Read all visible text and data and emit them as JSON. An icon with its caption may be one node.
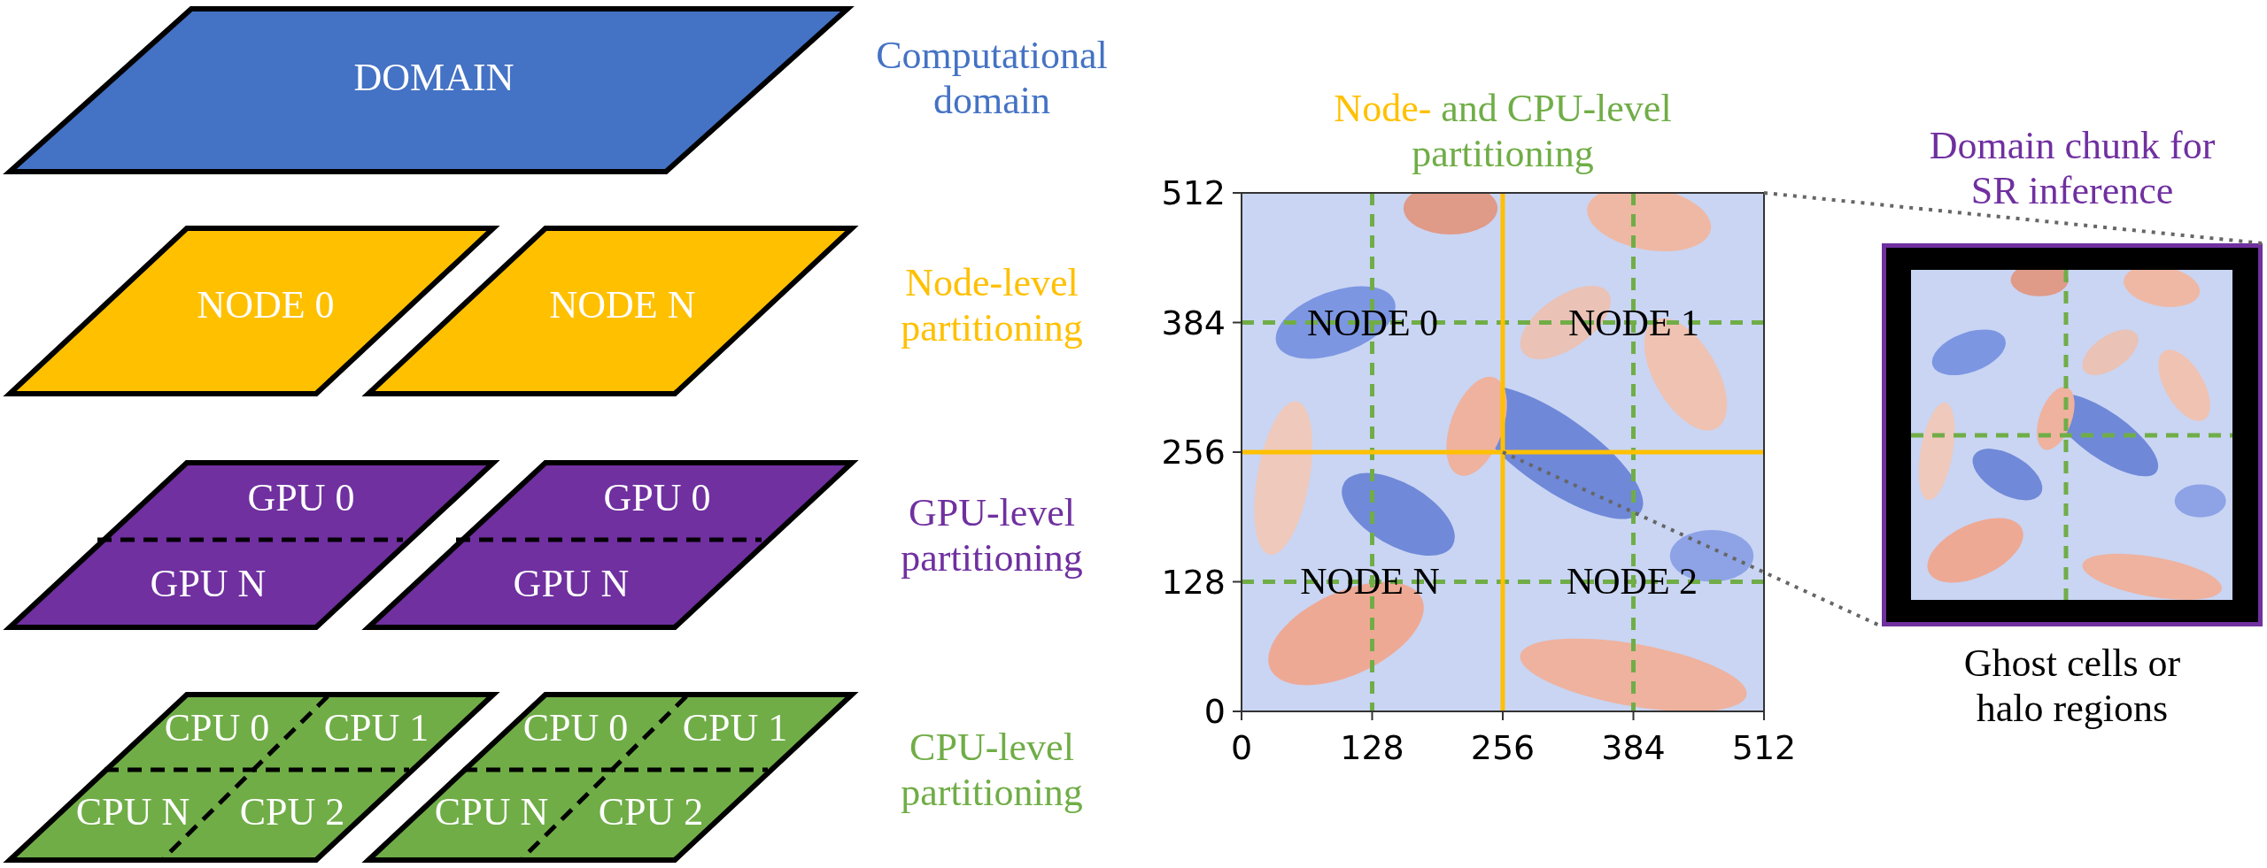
{
  "diagram": {
    "nodes": [
      {
        "text": [
          "DOMAIN"
        ]
      },
      {
        "text": [
          "NODE 0"
        ]
      },
      {
        "text": [
          "NODE N"
        ]
      },
      {
        "text": [
          "GPU 0",
          "GPU N"
        ]
      },
      {
        "text": [
          "GPU 0",
          "GPU N"
        ]
      },
      {
        "text": [
          "CPU 0",
          "CPU 1",
          "CPU N",
          "CPU 2"
        ]
      },
      {
        "text": [
          "CPU 0",
          "CPU 1",
          "CPU N",
          "CPU 2"
        ]
      },
      {
        "text": [],
        "shape": "picture"
      },
      {
        "text": [
          "Domain chunk for SR inference"
        ],
        "beside": [
          "Ghost cells or halo regions"
        ]
      }
    ],
    "edges": [
      {
        "from": 7,
        "to": 8,
        "arrow": "none",
        "style": "dashed"
      },
      {
        "from": 7,
        "to": 8,
        "arrow": "none",
        "style": "dashed"
      }
    ],
    "labels": [
      "Computational domain",
      "Node-level partitioning",
      "GPU-level partitioning",
      "CPU-level partitioning",
      "Node-",
      "and CPU-level partitioning",
      "NODE 0",
      "NODE 1",
      "NODE N",
      "NODE 2",
      "512",
      "384",
      "256",
      "128",
      "0",
      "0",
      "128",
      "256",
      "384",
      "512"
    ]
  }
}
